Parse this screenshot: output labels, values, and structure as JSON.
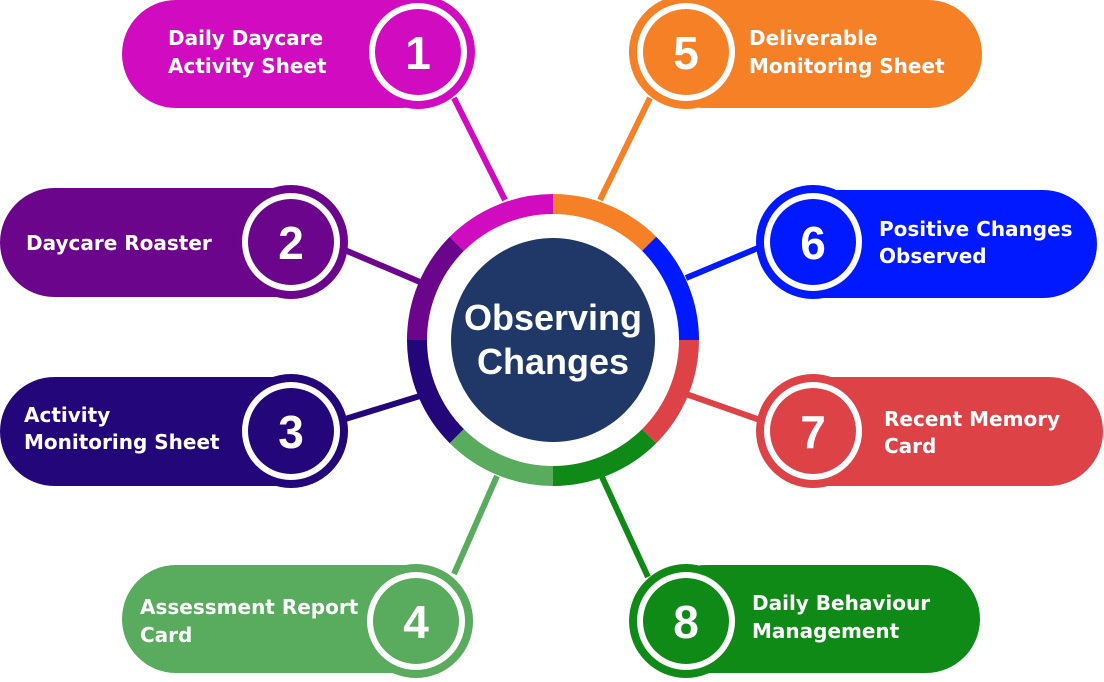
{
  "center": {
    "title_line1": "Observing",
    "title_line2": "Changes",
    "core_color": "#1f3868"
  },
  "items": [
    {
      "number": "1",
      "line1": "Daily Daycare",
      "line2": "Activity Sheet",
      "color": "#d10bbf",
      "side": "left"
    },
    {
      "number": "2",
      "line1": "Daycare Roaster",
      "line2": "",
      "color": "#6a058c",
      "side": "left"
    },
    {
      "number": "3",
      "line1": "Activity",
      "line2": "Monitoring Sheet",
      "color": "#22067a",
      "side": "left"
    },
    {
      "number": "4",
      "line1": "Assessment Report",
      "line2": "Card",
      "color": "#59ab5e",
      "side": "left"
    },
    {
      "number": "5",
      "line1": "Deliverable",
      "line2": "Monitoring Sheet",
      "color": "#f58025",
      "side": "right"
    },
    {
      "number": "6",
      "line1": "Positive Changes",
      "line2": "Observed",
      "color": "#0019ff",
      "side": "right"
    },
    {
      "number": "7",
      "line1": "Recent Memory",
      "line2": "Card",
      "color": "#dc4246",
      "side": "right"
    },
    {
      "number": "8",
      "line1": "Daily Behaviour",
      "line2": "Management",
      "color": "#0f8a16",
      "side": "right"
    }
  ]
}
